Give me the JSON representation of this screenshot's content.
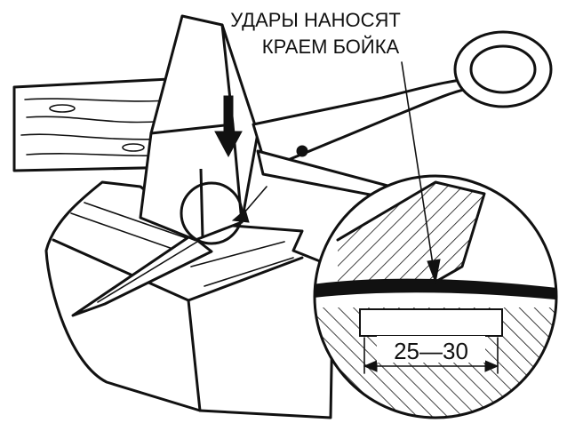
{
  "diagram": {
    "caption_line1": "УДАРЫ НАНОСЯТ",
    "caption_line2": "КРАЕМ БОЙКА",
    "dimension_label": "25—30",
    "ink_color": "#111111",
    "paper_color": "#ffffff",
    "icons": [
      "hammer-icon",
      "chisel-icon",
      "tongs-icon",
      "anvil-icon",
      "magnifier-circle-icon"
    ]
  }
}
